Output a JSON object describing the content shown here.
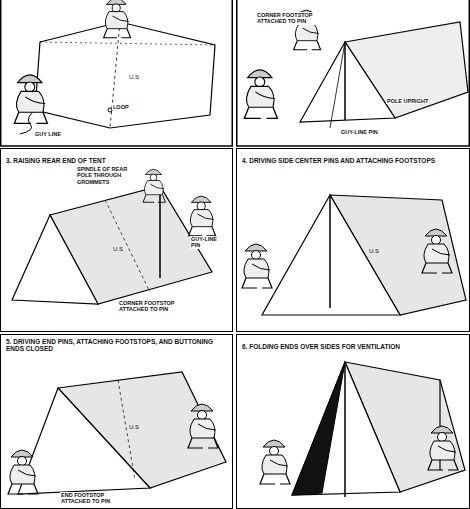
{
  "diagram": {
    "nodes": [
      {
        "text": [
          "3. RAISING REAR END OF TENT"
        ]
      },
      {
        "text": [
          "4. DRIVING SIDE CENTER PINS AND ATTACHING FOOTSTOPS"
        ]
      },
      {
        "text": [
          "5. DRIVING END PINS, ATTACHING FOOTSTOPS, AND BUTTONING ENDS CLOSED"
        ]
      },
      {
        "text": [
          "6. FOLDING ENDS OVER SIDES FOR VENTILATION"
        ]
      }
    ],
    "labels": [
      "LOOP",
      "GUY LINE",
      "U.S",
      "CORNER FOOTSTOP ATTACHED TO PIN",
      "POLE UPRIGHT",
      "GUY-LINE PIN",
      "SPINDLE OF REAR POLE THROUGH GROMMETS",
      "GUY-LINE PIN",
      "CORNER FOOTSTOP ATTACHED TO PIN",
      "U.S",
      "U.S",
      "U.S",
      "END FOOTSTOP ATTACHED TO PIN"
    ]
  }
}
